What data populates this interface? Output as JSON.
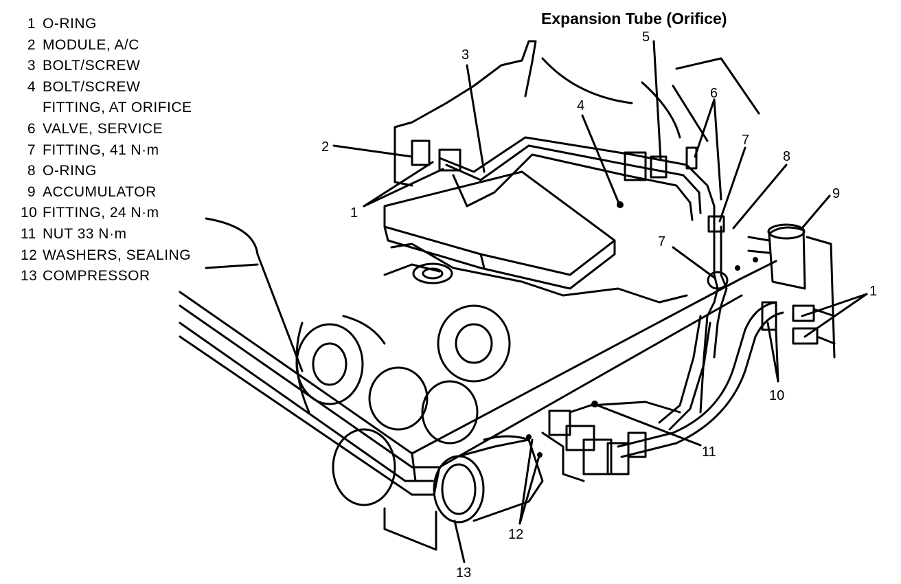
{
  "title": "Expansion Tube (Orifice)",
  "legend": [
    {
      "num": "1",
      "text": "O-RING"
    },
    {
      "num": "2",
      "text": "MODULE, A/C"
    },
    {
      "num": "3",
      "text": "BOLT/SCREW"
    },
    {
      "num": "4",
      "text": "BOLT/SCREW"
    },
    {
      "num": "",
      "text": "FITTING, AT ORIFICE"
    },
    {
      "num": "6",
      "text": "VALVE, SERVICE"
    },
    {
      "num": "7",
      "text": "FITTING, 41 N·m"
    },
    {
      "num": "8",
      "text": "O-RING"
    },
    {
      "num": "9",
      "text": "ACCUMULATOR"
    },
    {
      "num": "10",
      "text": "FITTING, 24 N·m"
    },
    {
      "num": "11",
      "text": "NUT 33 N·m"
    },
    {
      "num": "12",
      "text": "WASHERS, SEALING"
    },
    {
      "num": "13",
      "text": "COMPRESSOR"
    }
  ],
  "callouts": {
    "c1_left": "1",
    "c2": "2",
    "c3": "3",
    "c4": "4",
    "c5": "5",
    "c6": "6",
    "c7_top": "7",
    "c7_mid": "7",
    "c8": "8",
    "c9": "9",
    "c1_right": "1",
    "c10": "10",
    "c11": "11",
    "c12": "12",
    "c13": "13"
  }
}
